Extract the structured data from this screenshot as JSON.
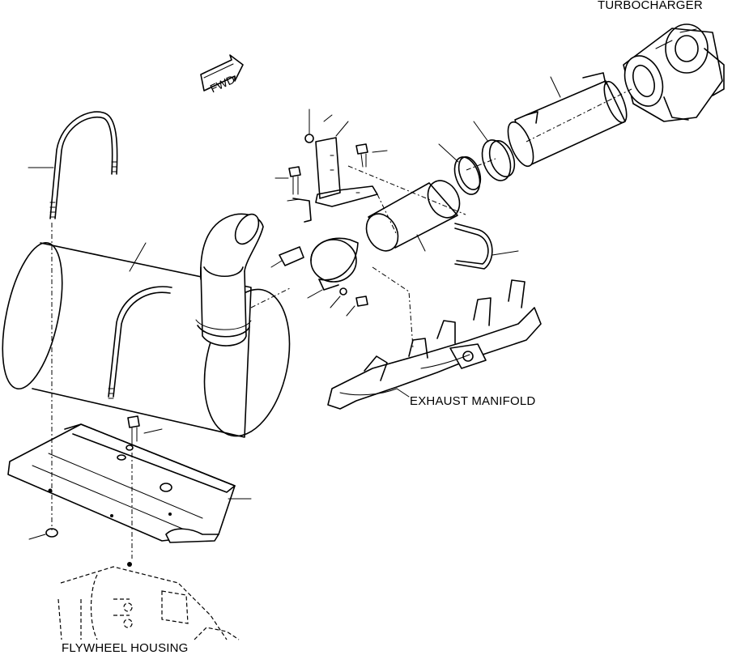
{
  "labels": {
    "turbocharger": "TURBOCHARGER",
    "exhaust_manifold": "EXHAUST MANIFOLD",
    "flywheel_housing": "FLYWHEEL HOUSING",
    "fwd": "FWD"
  }
}
